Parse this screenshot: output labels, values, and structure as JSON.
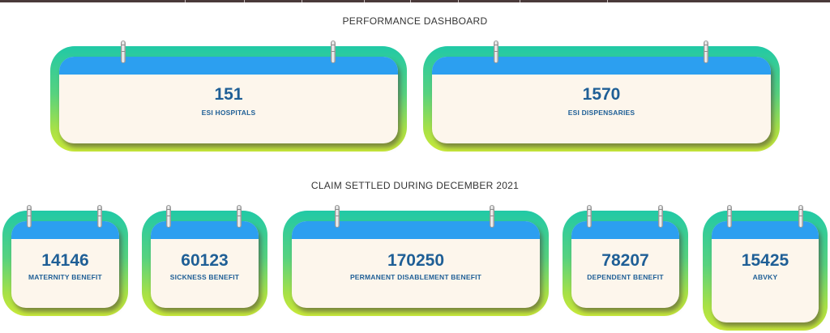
{
  "performance": {
    "heading": "PERFORMANCE DASHBOARD",
    "cards": [
      {
        "value": "151",
        "label": "ESI HOSPITALS"
      },
      {
        "value": "1570",
        "label": "ESI DISPENSARIES"
      }
    ]
  },
  "claims": {
    "heading": "CLAIM SETTLED DURING DECEMBER 2021",
    "cards": [
      {
        "value": "14146",
        "label": "MATERNITY BENEFIT"
      },
      {
        "value": "60123",
        "label": "SICKNESS BENEFIT"
      },
      {
        "value": "170250",
        "label": "PERMANENT DISABLEMENT BENEFIT"
      },
      {
        "value": "78207",
        "label": "DEPENDENT BENEFIT"
      },
      {
        "value": "15425",
        "label": "ABVKY"
      }
    ]
  },
  "colors": {
    "card_gradient_top": "#21c9a6",
    "card_gradient_bottom": "#c9ea3a",
    "band_blue": "#2c9ff0",
    "text_blue": "#1f5f96",
    "card_fill": "#fdf6ec"
  }
}
